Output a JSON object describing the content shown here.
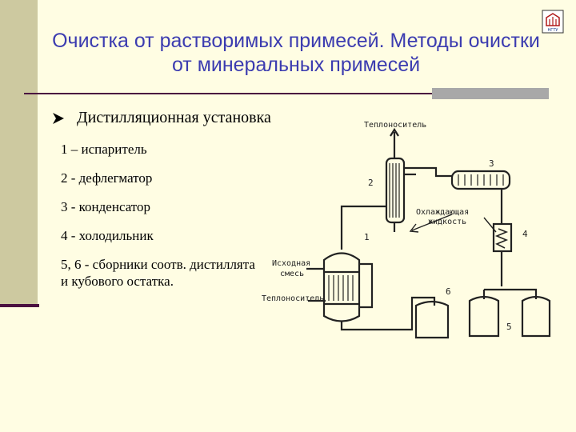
{
  "title": "Очистка от растворимых примесей. Методы очистки от минеральных примесей",
  "bullet": "Дистилляционная установка",
  "legend": [
    "1 – испаритель",
    "2 - дефлегматор",
    "3 - конденсатор",
    "4 - холодильник",
    "5, 6 - сборники соотв. дистиллята и кубового остатка."
  ],
  "diagram": {
    "labels": {
      "coolant_top": "Теплоноситель",
      "cooling_liquid_1": "Охлаждающая",
      "cooling_liquid_2": "жидкость",
      "feed_1": "Исходная",
      "feed_2": "смесь",
      "coolant_bottom": "Теплоноситель"
    },
    "numbers": {
      "n1": "1",
      "n2": "2",
      "n3": "3",
      "n4": "4",
      "n5": "5",
      "n6": "6"
    }
  },
  "logo_text": "НГТУ",
  "colors": {
    "background": "#fffde3",
    "title": "#3c3cb0",
    "band": "#cdc9a0",
    "rule": "#4a1040"
  }
}
